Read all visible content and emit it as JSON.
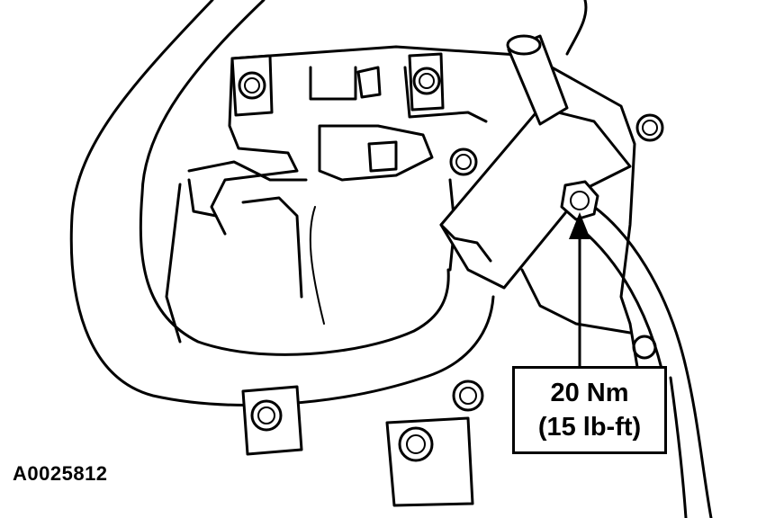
{
  "callout": {
    "torque_metric": "20 Nm",
    "torque_imperial": "(15 lb-ft)"
  },
  "figure_id": "A0025812",
  "icons": {
    "bolt": "hex-bolt-icon",
    "arrow": "arrow-up-icon"
  }
}
